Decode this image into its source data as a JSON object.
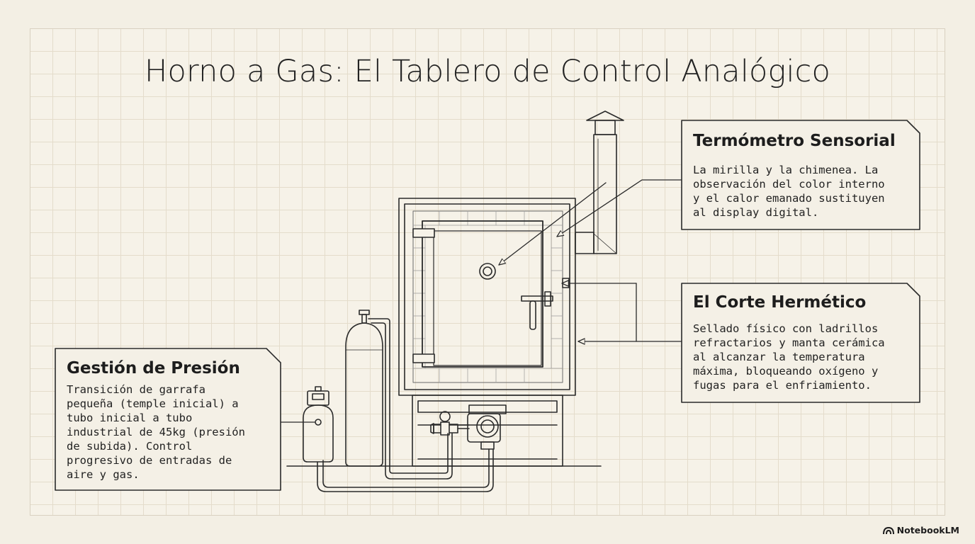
{
  "title": "Horno a Gas: El Tablero de Control Analógico",
  "callouts": {
    "thermometer": {
      "heading": "Termómetro Sensorial",
      "body": "La mirilla y la chimenea. La\nobservación del color interno\ny el calor emanado sustituyen\nal display digital."
    },
    "seal": {
      "heading": "El Corte Hermético",
      "body": "Sellado físico con ladrillos\nrefractarios y manta cerámica\nal alcanzar la temperatura\nmáxima, bloqueando oxígeno y\nfugas para el enfriamiento."
    },
    "pressure": {
      "heading": "Gestión de Presión",
      "body": "Transición de garrafa\npequeña (temple inicial) a\ntubo inicial a tubo\nindustrial de 45kg (presión\nde subida). Control\nprogresivo de entradas de\naire y gas."
    }
  },
  "brand": {
    "name": "NotebookLM",
    "icon": "notebooklm-logo-icon"
  },
  "colors": {
    "background": "#f3efe4",
    "grid": "#e4dccb",
    "ink": "#1e1e1e",
    "box_fill": "#f4f0e6"
  }
}
